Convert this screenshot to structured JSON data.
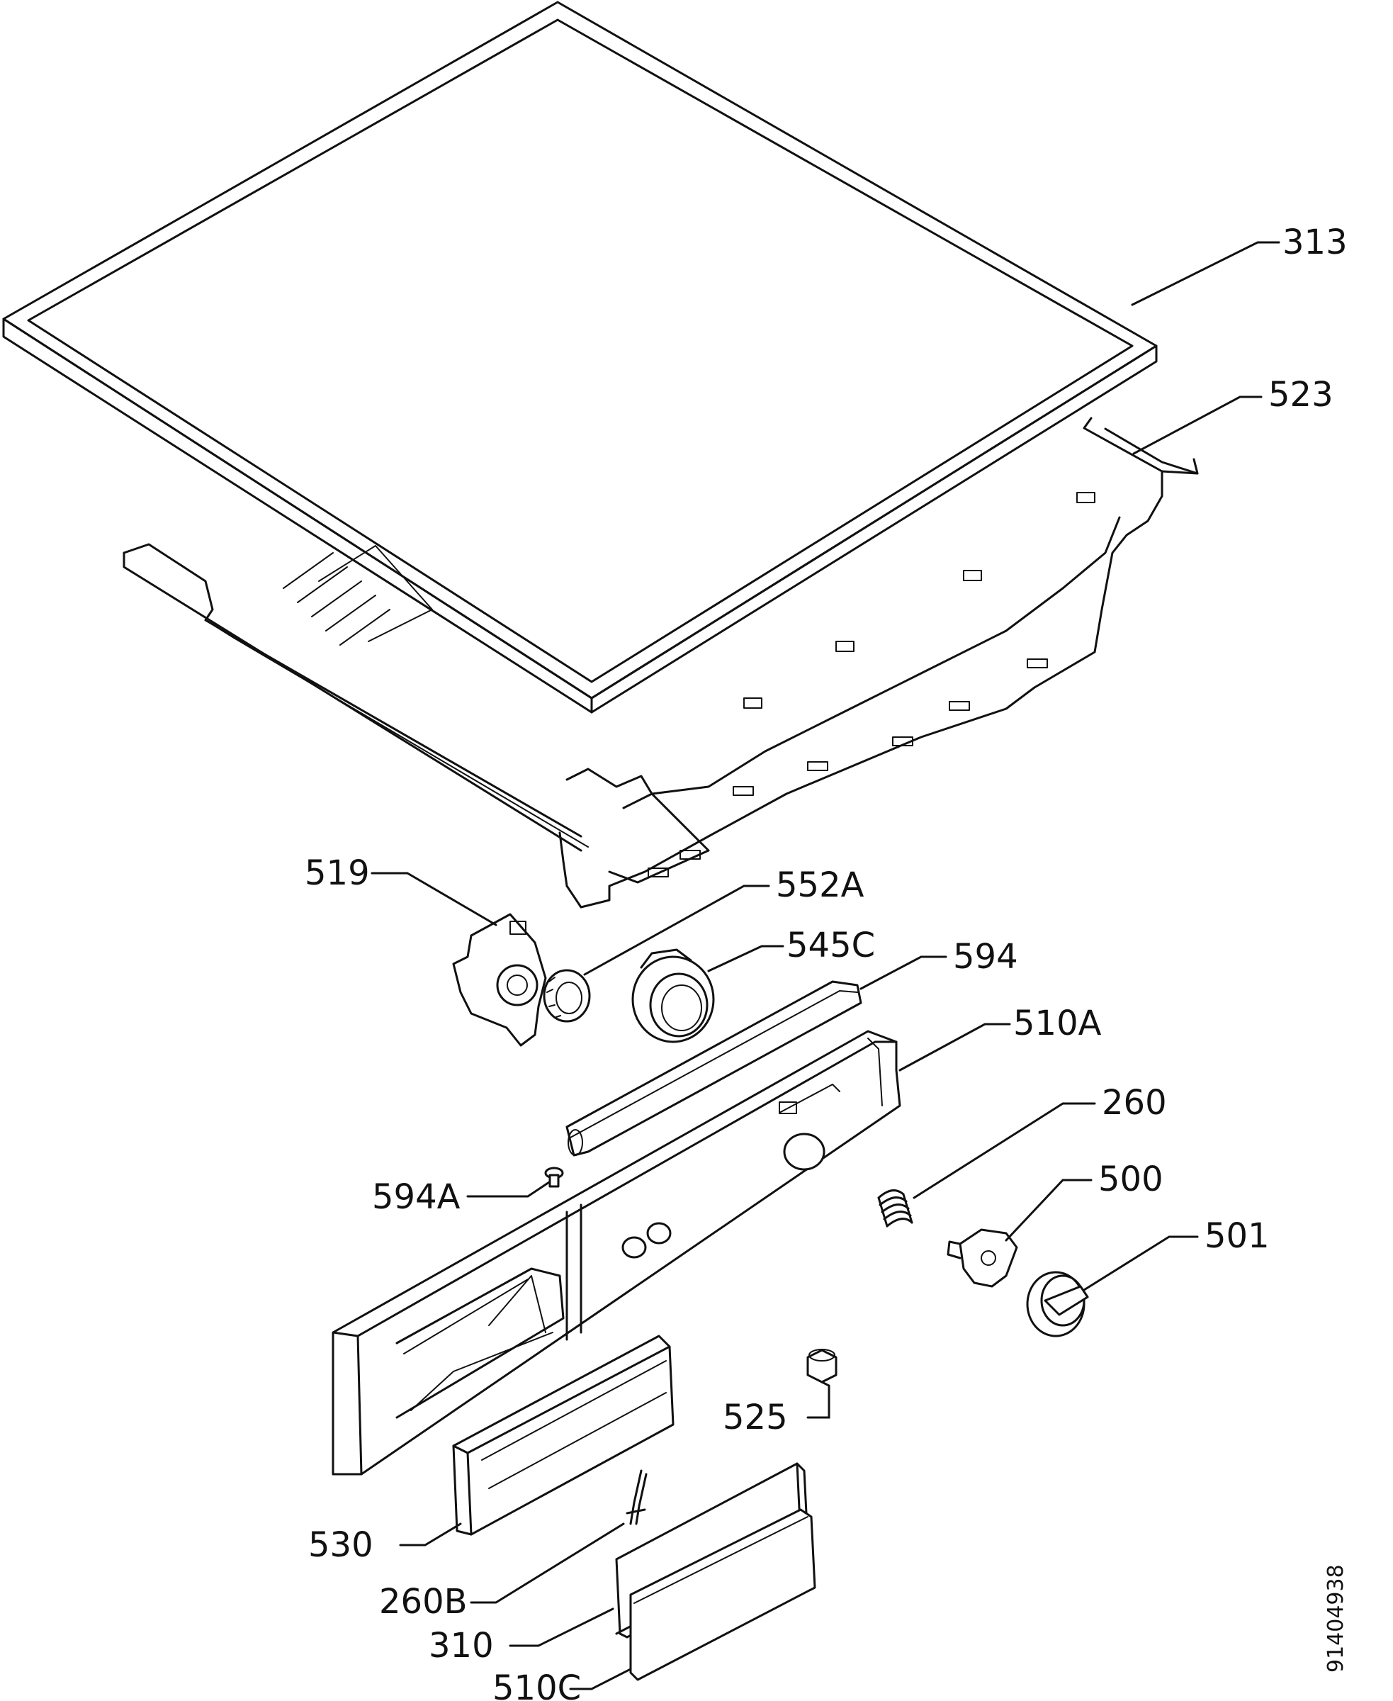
{
  "labels": {
    "l313": "313",
    "l523": "523",
    "l519": "519",
    "l552A": "552A",
    "l545C": "545C",
    "l594": "594",
    "l510A": "510A",
    "l260": "260",
    "l594A": "594A",
    "l500": "500",
    "l501": "501",
    "l525": "525",
    "l530": "530",
    "l260B": "260B",
    "l310": "310",
    "l510C": "510C"
  },
  "document_id": "91404938",
  "colors": {
    "ink": "#111111",
    "paper": "#ffffff"
  }
}
